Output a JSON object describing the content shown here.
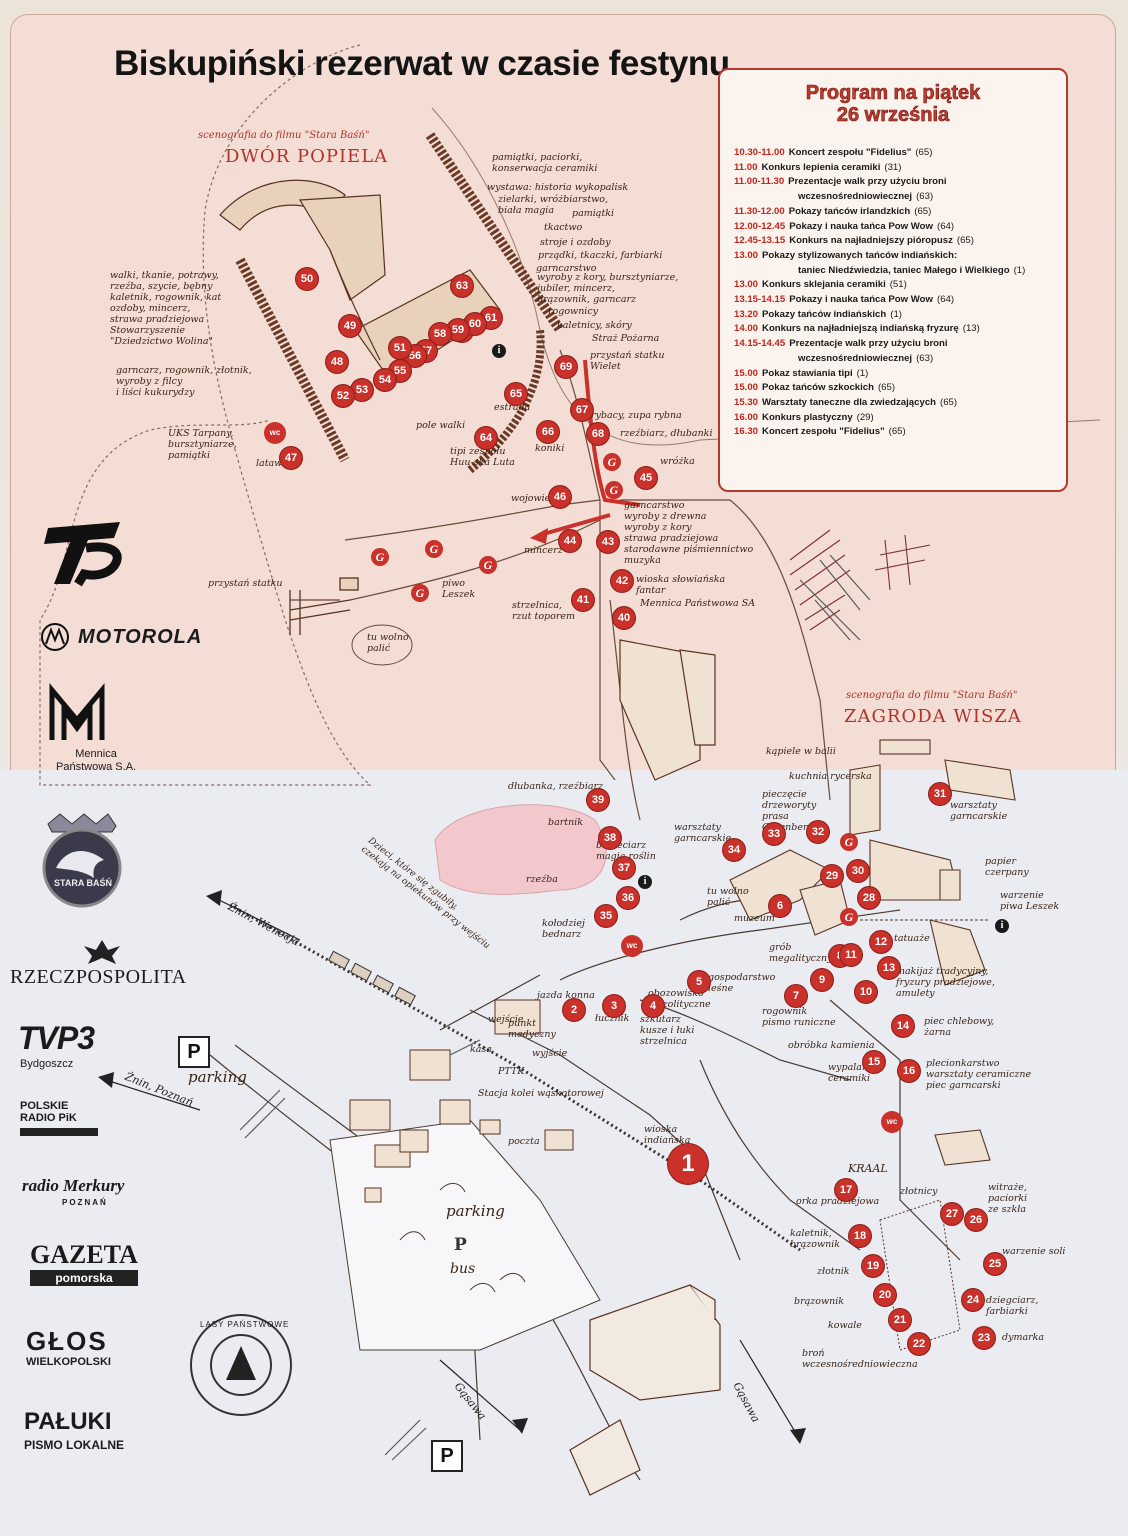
{
  "title": "Biskupiński rezerwat w czasie festynu",
  "program": {
    "title_line1": "Program na piątek",
    "title_line2": "26 września",
    "items": [
      {
        "time": "10.30-11.00",
        "event": "Koncert zespołu \"Fidelius\"",
        "place": "(65)"
      },
      {
        "time": "11.00",
        "event": "Konkurs lepienia ceramiki",
        "place": "(31)"
      },
      {
        "time": "11.00-11.30",
        "event": "Prezentacje walk przy użyciu broni",
        "place": ""
      },
      {
        "time": "",
        "event": "wczesnośredniowiecznej",
        "place": "(63)"
      },
      {
        "time": "11.30-12.00",
        "event": "Pokazy tańców irlandzkich",
        "place": "(65)"
      },
      {
        "time": "12.00-12.45",
        "event": "Pokazy i nauka tańca Pow Wow",
        "place": "(64)"
      },
      {
        "time": "12.45-13.15",
        "event": "Konkurs na najładniejszy pióropusz",
        "place": "(65)"
      },
      {
        "time": "13.00",
        "event": "Pokazy stylizowanych tańców indiańskich:",
        "place": ""
      },
      {
        "time": "",
        "event": "taniec Niedźwiedzia, taniec Małego i Wielkiego",
        "place": "(1)"
      },
      {
        "time": "13.00",
        "event": "Konkurs sklejania ceramiki",
        "place": "(51)"
      },
      {
        "time": "13.15-14.15",
        "event": "Pokazy i nauka tańca Pow Wow",
        "place": "(64)"
      },
      {
        "time": "13.20",
        "event": "Pokazy tańców indiańskich",
        "place": "(1)"
      },
      {
        "time": "14.00",
        "event": "Konkurs na najładniejszą indiańską fryzurę",
        "place": "(13)"
      },
      {
        "time": "14.15-14.45",
        "event": "Prezentacje walk przy użyciu broni",
        "place": ""
      },
      {
        "time": "",
        "event": "wczesnośredniowiecznej",
        "place": "(63)"
      },
      {
        "time": "15.00",
        "event": "Pokaz stawiania tipi",
        "place": "(1)"
      },
      {
        "time": "15.00",
        "event": "Pokaz tańców szkockich",
        "place": "(65)"
      },
      {
        "time": "15.30",
        "event": "Warsztaty taneczne dla zwiedzających",
        "place": "(65)"
      },
      {
        "time": "16.00",
        "event": "Konkurs plastyczny",
        "place": "(29)"
      },
      {
        "time": "16.30",
        "event": "Koncert zespołu \"Fidelius\"",
        "place": "(65)"
      }
    ]
  },
  "areas": {
    "dwor_scen": "scenografia do filmu \"Stara Baśń\"",
    "dwor_name": "DWÓR POPIELA",
    "zagroda_scen": "scenografia do filmu \"Stara Baśń\"",
    "zagroda_name": "ZAGRODA WISZA",
    "kraal": "KRAAL"
  },
  "map_labels": {
    "pamiatki_paciorki": "pamiątki, paciorki,\nkonserwacja ceramiki",
    "wystawa": "wystawa: historia wykopalisk",
    "zielarki": "zielarki, wróżbiarstwo,\nbiała magia",
    "pamiatki": "pamiątki",
    "tkactwo": "tkactwo",
    "stroje": "stroje i ozdoby",
    "przadki": "prządki, tkaczki, farbiarki",
    "garncarstwo_top": "garncarstwo",
    "wyroby_kory": "wyroby z kory, bursztyniarze,\njubiler, mincerz,\nbrązownik, garncarz",
    "rogownicy": "rogownicy",
    "kaletnicy": "kaletnicy, skóry",
    "straz": "Straż Pożarna",
    "przystan_wielet": "przystań statku\nWielet",
    "walki": "walki, tkanie, potrawy,\nrzeźba, szycie, bębny\nkaletnik, rogownik, kat\nozdoby, mincerz,\nstrawa pradziejowa\nStowarzyszenie\n\"Dziedzictwo Wolina\"",
    "garncarz_rogownik": "garncarz, rogownik, złotnik,\nwyroby z filcy\ni liści kukurydzy",
    "uks": "UKS Tarpany,\nbursztyniarze,\npamiątki",
    "latawce": "latawce",
    "pole_walki": "pole walki",
    "estrada": "estrada",
    "tipi": "tipi zespołu\nHuu-ska Luta",
    "koniki": "koniki",
    "rybacy": "rybacy, zupa rybna",
    "rzezbiarz_dlubanki": "rzeźbiarz, dłubanki",
    "wrozka": "wróżka",
    "wojowie": "wojowie",
    "garncarstwo_mid": "garncarstwo\nwyroby z drewna\nwyroby z kory\nstrawa pradziejowa\nstarodawne piśmiennictwo\nmuzyka",
    "mincerz": "mincerz",
    "wioska_slow": "wioska słowiańska\nfantar",
    "strzelnica_top": "strzelnica,\nrzut toporem",
    "mennica": "Mennica Państwowa SA",
    "piwo": "piwo\nLeszek",
    "przystan": "przystań statku",
    "tu_wolno": "tu wolno\npalić",
    "dlubanka": "dłubanka, rzeźbiarz",
    "bartnik": "bartnik",
    "bukieciarz": "bukieciarz\nmagia roślin",
    "rzezba": "rzeźba",
    "kolodziej": "kołodziej\nbednarz",
    "warsztaty_garn": "warsztaty\ngarncarskie",
    "kuchnia": "kuchnia rycerska",
    "kapiele": "kąpiele w balii",
    "pieczecie": "pieczęcie\ndrzeworyty\nprasa\nGutenberga",
    "warsztaty_31": "warsztaty\ngarncarskie",
    "papier": "papier\nczerpany",
    "warzenie_piwa": "warzenie\npiwa Leszek",
    "tu_wolno2": "tu wolno\npalić",
    "muzeum": "muzeum",
    "dzieci": "Dzieci, które się zgubiły,\nczekają na opiekunów przy wejściu",
    "jazda": "jazda konna",
    "lucznik": "łucznik",
    "obozowisko": "obozowisko\nmezolityczne",
    "szkutarz": "szkutarz\nkusze i łuki\nstrzelnica",
    "gospodarstwo": "gospodarstwo\nleśne",
    "grob": "grób\nmegalityczny",
    "rogownik_pismo": "rogownik\npismo runiczne",
    "obrobka": "obróbka kamienia",
    "tatuaze": "tatuaże",
    "makijaz": "makijaż tradycyjny,\nfryzury pradziejowe,\namulety",
    "piec_chlebowy": "piec chlebowy,\nżarna",
    "wypalanie": "wypalanie\nceramiki",
    "plecionkarstwo": "plecionkarstwo\nwarsztaty ceramiczne\npiec garncarski",
    "wejscie": "wejście",
    "punkt_med": "punkt\nmedyczny",
    "kasa": "kasa",
    "wyjscie": "wyjście",
    "pttk": "PTTK",
    "stacja": "Stacja kolei wąskotorowej",
    "poczta": "poczta",
    "wioska_ind": "wioska\nindiańska",
    "orka": "orka pradziejowa",
    "kaletnik_braz": "kaletnik,\nbrązownik",
    "zlotnik": "złotnik",
    "brazownik": "brązownik",
    "kowale": "kowale",
    "bron": "broń\nwczesnośredniowieczna",
    "zlotnicy": "złotnicy",
    "witraze": "witraże,\npaciorki\nze szkła",
    "warzenie_soli": "warzenie soli",
    "dziegciarz": "dziegciarz,\nfarbiarki",
    "dymarka": "dymarka",
    "parking1": "parking",
    "parking2": "parking",
    "bus": "bus"
  },
  "roads": {
    "znin_wenecja": "Żnin, Wenecja",
    "znin_poznan": "Żnin, Poznań",
    "gasawa_left": "Gąsawa",
    "gasawa_right": "Gąsawa"
  },
  "wc_label": "wc",
  "g_label": "G",
  "info_label": "i",
  "p_label": "P",
  "sponsors": {
    "motorola": "MOTOROLA",
    "mennica": "Mennica\nPaństwowa S.A.",
    "stara_basn": "STARA BAŚŃ",
    "rzeczpospolita": "RZECZPOSPOLITA",
    "tvp3": "TVP3",
    "tvp3_city": "Bydgoszcz",
    "radio_pik": "POLSKIE\nRADIO PiK",
    "merkury": "radio Merkury",
    "merkury_city": "POZNAŃ",
    "gazeta": "GAZETA",
    "gazeta_sub": "pomorska",
    "glos": "GŁOS",
    "glos_sub": "WIELKOPOLSKI",
    "paluki": "PAŁUKI",
    "paluki_sub": "PISMO LOKALNE",
    "lasy": "LASY PAŃSTWOWE"
  },
  "colors": {
    "accent": "#c9312a",
    "ink": "#3a2416",
    "zone": "#f4ddd4"
  }
}
